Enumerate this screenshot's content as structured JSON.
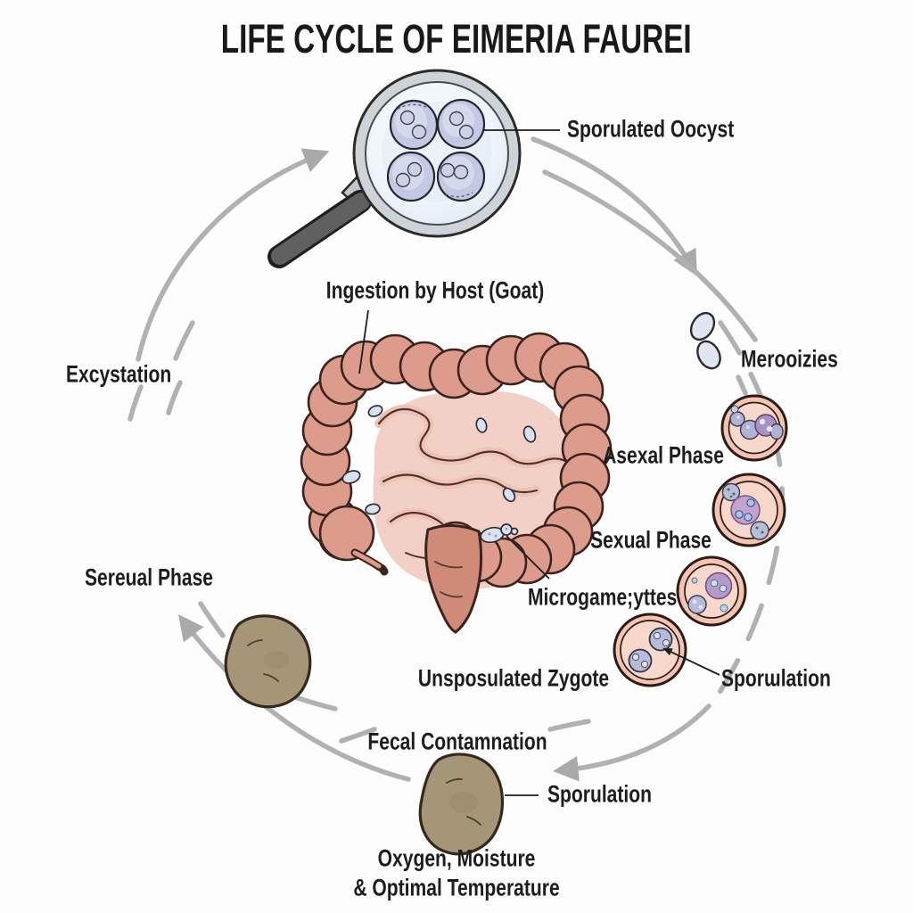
{
  "title": "LIFE CYCLE OF EIMERIA FAUREI",
  "labels": {
    "sporulated_oocyst": "Sporulated Oocyst",
    "ingestion_by_host": "Ingestion by Host (Goat)",
    "excystation": "Excystation",
    "merozoites": "Merooizies",
    "asexual_phase": "Asexal Phase",
    "sexual_phase": "Sexual Phase",
    "sereual_phase": "Sereual Phase",
    "microgametes": "Microgame;yttes",
    "unsporulated_zygote": "Unsposulated Zygote",
    "sporulation_right": "Sporɯlation",
    "fecal_contamination": "Fecal Contamnation",
    "sporulation_bottom": "Sporulation",
    "conditions_line1": "Oxygen, Moisture",
    "conditions_line2": "& Optimal Temperature"
  },
  "figures": {
    "magnifier": "magnifying-glass-icon",
    "oocyst_cells": "sporulated-oocyst-cells",
    "intestine": "goat-intestine-illustration",
    "merozoite_pair": "merozoite-cells",
    "asexual_cell": "asexual-phase-cell",
    "sexual_cell": "sexual-phase-cell",
    "microgamete_cell": "microgamete-cell",
    "zygote_cell": "unsporulated-zygote-cell",
    "feces_left": "feces-blob",
    "feces_bottom": "feces-blob",
    "cycle_arrows": "gray-circular-arrows"
  },
  "colors": {
    "background": "#fdfdfd",
    "text": "#1d1d1d",
    "arrow_gray": "#b1b1b1",
    "intestine_salmon": "#dc9b8b",
    "intestine_inner_pink": "#f2d0c6",
    "rectum_salmon": "#d08a78",
    "cell_ring_salmon": "#f4c4b2",
    "cell_inner": "#f8d8ca",
    "oocyst_lavender": "#c4c9e3",
    "organelle_purple": "#b699c8",
    "merozoite_blue": "#e1e5f0",
    "feces_brown": "#a59677",
    "glass_fill": "#e9f1f7",
    "magnifier_rim": "#ced3d8",
    "handle_gray": "#606060"
  }
}
